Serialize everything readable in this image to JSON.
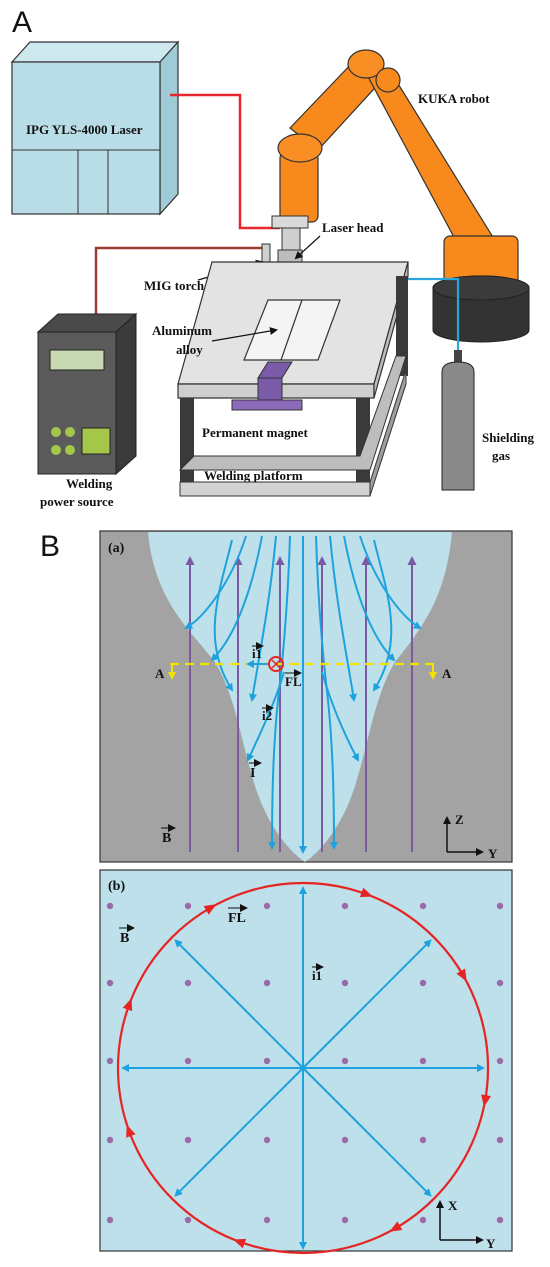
{
  "panel_a": {
    "letter": "A",
    "laser": "IPG YLS-4000 Laser",
    "robot": "KUKA robot",
    "laser_head": "Laser head",
    "mig_torch": "MIG torch",
    "alloy_line1": "Aluminum",
    "alloy_line2": "alloy",
    "magnet": "Permanent magnet",
    "platform": "Welding platform",
    "power_line1": "Welding",
    "power_line2": "power source",
    "gas_line1": "Shielding",
    "gas_line2": "gas"
  },
  "panel_b": {
    "letter": "B",
    "sub_a": {
      "tag": "(a)",
      "i1": "i1",
      "fl": "FL",
      "i2": "i2",
      "i": "I",
      "b": "B",
      "section_left": "A",
      "section_right": "A",
      "axis_vertical": "Z",
      "axis_horizontal": "Y"
    },
    "sub_b": {
      "tag": "(b)",
      "fl": "FL",
      "b": "B",
      "i1": "i1",
      "axis_vertical": "X",
      "axis_horizontal": "Y"
    }
  },
  "colors": {
    "cabinet": "#b9dde6",
    "robot": "#f7891d",
    "laser_fiber": "#e8262d",
    "power_cable": "#9b3b32",
    "gas_line": "#2aa6dc",
    "pool_fill": "#bde0ea",
    "base_metal": "#a3a3a3",
    "field_line": "#7a5aa0",
    "current": "#1ea2df",
    "lorentz": "#e62424",
    "magnet": "#7a5ba8"
  }
}
